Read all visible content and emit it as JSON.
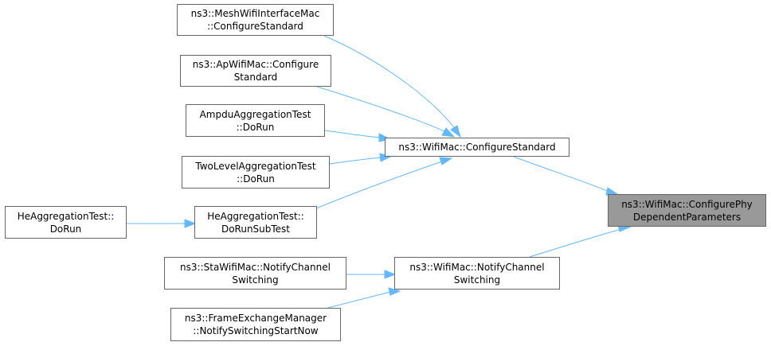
{
  "graph": {
    "nodes": [
      {
        "id": "n0",
        "label": "ns3::WifiMac::ConfigurePhy\nDependentParameters",
        "highlight": true
      },
      {
        "id": "n1",
        "label": "ns3::WifiMac::ConfigureStandard"
      },
      {
        "id": "n2",
        "label": "ns3::MeshWifiInterfaceMac\n::ConfigureStandard"
      },
      {
        "id": "n3",
        "label": "ns3::ApWifiMac::Configure\nStandard"
      },
      {
        "id": "n4",
        "label": "AmpduAggregationTest\n::DoRun"
      },
      {
        "id": "n5",
        "label": "TwoLevelAggregationTest\n::DoRun"
      },
      {
        "id": "n6",
        "label": "HeAggregationTest::\nDoRunSubTest"
      },
      {
        "id": "n7",
        "label": "HeAggregationTest::\nDoRun"
      },
      {
        "id": "n8",
        "label": "ns3::WifiMac::NotifyChannel\nSwitching"
      },
      {
        "id": "n9",
        "label": "ns3::StaWifiMac::NotifyChannel\nSwitching"
      },
      {
        "id": "n10",
        "label": "ns3::FrameExchangeManager\n::NotifySwitchingStartNow"
      }
    ],
    "edges": [
      {
        "from": "n1",
        "to": "n0"
      },
      {
        "from": "n8",
        "to": "n0"
      },
      {
        "from": "n2",
        "to": "n1"
      },
      {
        "from": "n3",
        "to": "n1"
      },
      {
        "from": "n4",
        "to": "n1"
      },
      {
        "from": "n5",
        "to": "n1"
      },
      {
        "from": "n6",
        "to": "n1"
      },
      {
        "from": "n7",
        "to": "n6"
      },
      {
        "from": "n9",
        "to": "n8"
      },
      {
        "from": "n10",
        "to": "n8"
      }
    ],
    "colors": {
      "edge": "#63b8ff",
      "node_border": "#666666",
      "node_fill": "#ffffff",
      "highlight_fill": "#999999"
    }
  }
}
